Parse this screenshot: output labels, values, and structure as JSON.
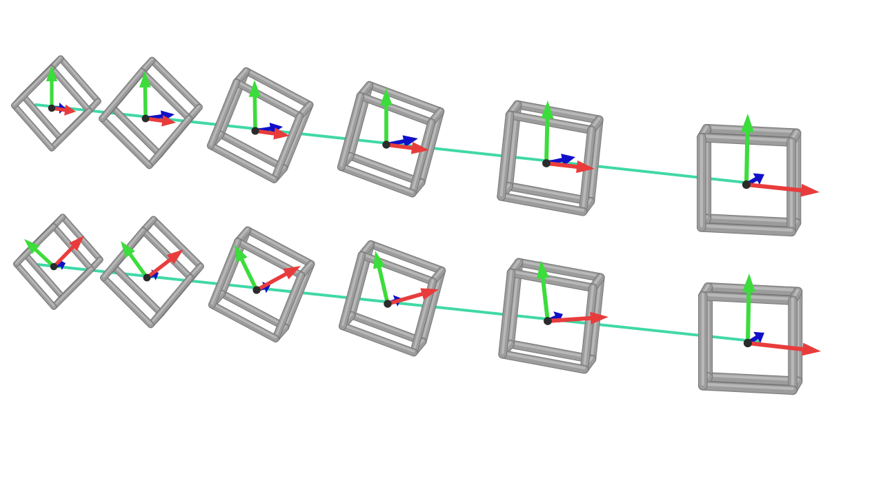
{
  "scene": {
    "background_color": "#ffffff",
    "path_color": "#40d8a6",
    "frame_color": "#9c9c9c",
    "frame_highlight_color": "#c4c4c4",
    "frame_shadow_color": "#767676",
    "origin_color": "#2b2b2b",
    "axis_x_color": "#e83c3c",
    "axis_y_color": "#3cdc3c",
    "axis_z_color": "#1010c8",
    "icons": [
      "cube-wireframe-icon",
      "coordinate-axes-icon"
    ],
    "rows": [
      {
        "name": "top-trajectory",
        "frame_count": 6
      },
      {
        "name": "bottom-trajectory",
        "frame_count": 6
      }
    ]
  }
}
